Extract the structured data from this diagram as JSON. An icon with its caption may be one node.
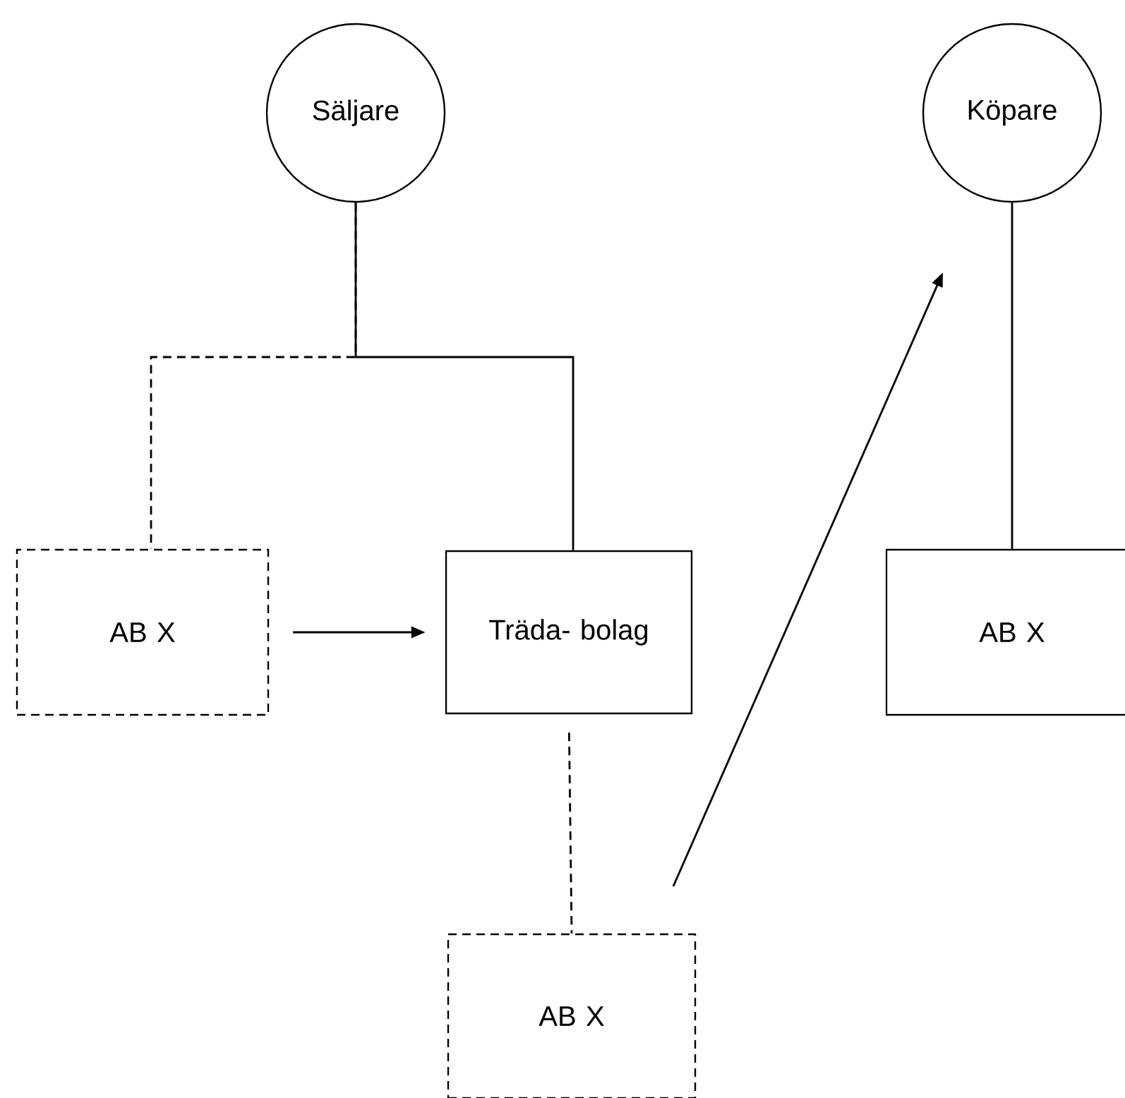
{
  "diagram": {
    "nodes": [
      {
        "text": [
          "Säljare"
        ]
      },
      {
        "text": [
          "Köpare"
        ]
      },
      {
        "text": [
          "AB X"
        ]
      },
      {
        "text": [
          "Träda- bolag"
        ]
      },
      {
        "text": [
          "AB X"
        ]
      },
      {
        "text": [
          "AB X"
        ]
      }
    ],
    "edges": [
      {
        "from": 0,
        "to": 3,
        "arrow": "none"
      },
      {
        "from": 0,
        "to": 2,
        "arrow": "none",
        "style": "dashed"
      },
      {
        "from": 2,
        "to": 3,
        "arrow": "to"
      },
      {
        "from": 3,
        "to": 5,
        "arrow": "none",
        "style": "dashed"
      },
      {
        "from": 5,
        "to": 1,
        "arrow": "to"
      },
      {
        "from": 1,
        "to": 4,
        "arrow": "none"
      }
    ]
  }
}
